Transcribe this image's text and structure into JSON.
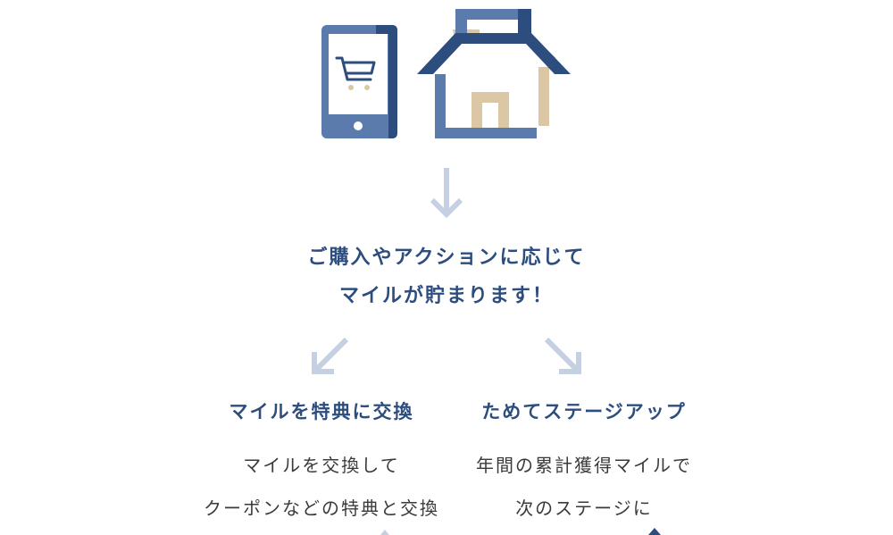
{
  "colors": {
    "navy": "#2d4d7e",
    "mid_blue": "#5a7bab",
    "light_blue": "#c5d0e3",
    "beige": "#dcc7a4",
    "text": "#3a3a3a"
  },
  "illustration": {
    "icons": [
      "smartphone-icon",
      "shopping-cart-icon",
      "store-icon"
    ]
  },
  "headline": {
    "line1": "ご購入やアクションに応じて",
    "line2": "マイルが貯まります！"
  },
  "columns": [
    {
      "title": "マイルを特典に交換",
      "body_line1": "マイルを交換して",
      "body_line2": "クーポンなどの特典と交換"
    },
    {
      "title": "ためてステージアップ",
      "body_line1": "年間の累計獲得マイルで",
      "body_line2": "次のステージに"
    }
  ]
}
